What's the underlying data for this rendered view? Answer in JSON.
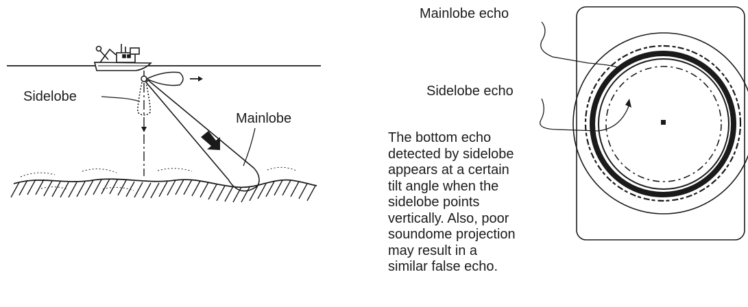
{
  "labels": {
    "sidelobe": "Sidelobe",
    "mainlobe": "Mainlobe",
    "mainlobe_echo": "Mainlobe echo",
    "sidelobe_echo": "Sidelobe echo"
  },
  "explanation_lines": [
    "The bottom echo",
    "detected by sidelobe",
    "appears at a certain",
    "tilt angle when the",
    "sidelobe points",
    "vertically. Also, poor",
    "soundome projection",
    "may result in a",
    "similar false echo."
  ]
}
